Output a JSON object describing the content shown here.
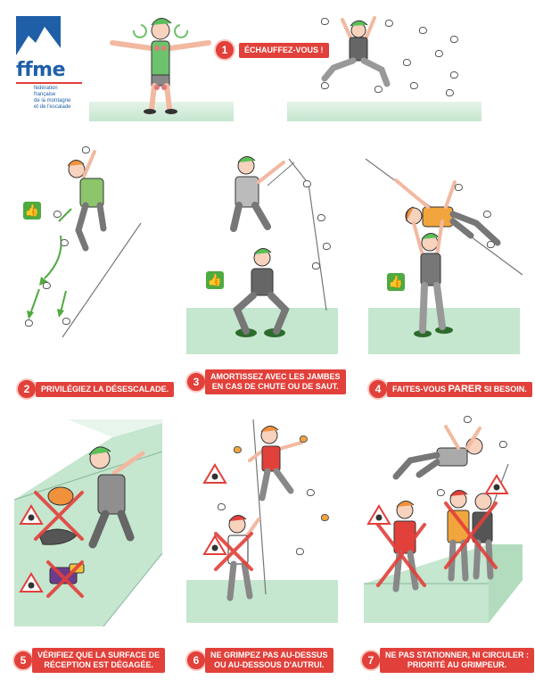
{
  "logo": {
    "name": "ffme",
    "subtitle": "fédération\nfrançaise\nde la montagne\net de l'escalade",
    "color": "#1f5fa8"
  },
  "colors": {
    "accent": "#e2403a",
    "floor": "#c5e6cf",
    "ok": "#4faa3f"
  },
  "captions": [
    {
      "number": "1",
      "text": "ÉCHAUFFEZ-VOUS !"
    },
    {
      "number": "2",
      "text": "PRIVILÉGIEZ LA DÉSESCALADE."
    },
    {
      "number": "3",
      "line1": "AMORTISSEZ AVEC LES JAMBES",
      "line2": "EN CAS DE CHUTE OU DE SAUT."
    },
    {
      "number": "4",
      "pre": "FAITES-VOUS ",
      "strong": "PARER",
      "post": " SI BESOIN."
    },
    {
      "number": "5",
      "line1": "VÉRIFIEZ QUE LA SURFACE DE",
      "line2": "RÉCEPTION EST DÉGAGÉE."
    },
    {
      "number": "6",
      "line1": "NE GRIMPEZ PAS AU-DESSUS",
      "line2": "OU AU-DESSOUS D'AUTRUI."
    },
    {
      "number": "7",
      "line1": "NE PAS STATIONNER, NI CIRCULER :",
      "line2": "PRIORITÉ AU GRIMPEUR."
    }
  ],
  "icons": {
    "thumbs_up": "👍",
    "warning": "warning-triangle-skull-icon",
    "forbidden": "red-cross-icon"
  }
}
